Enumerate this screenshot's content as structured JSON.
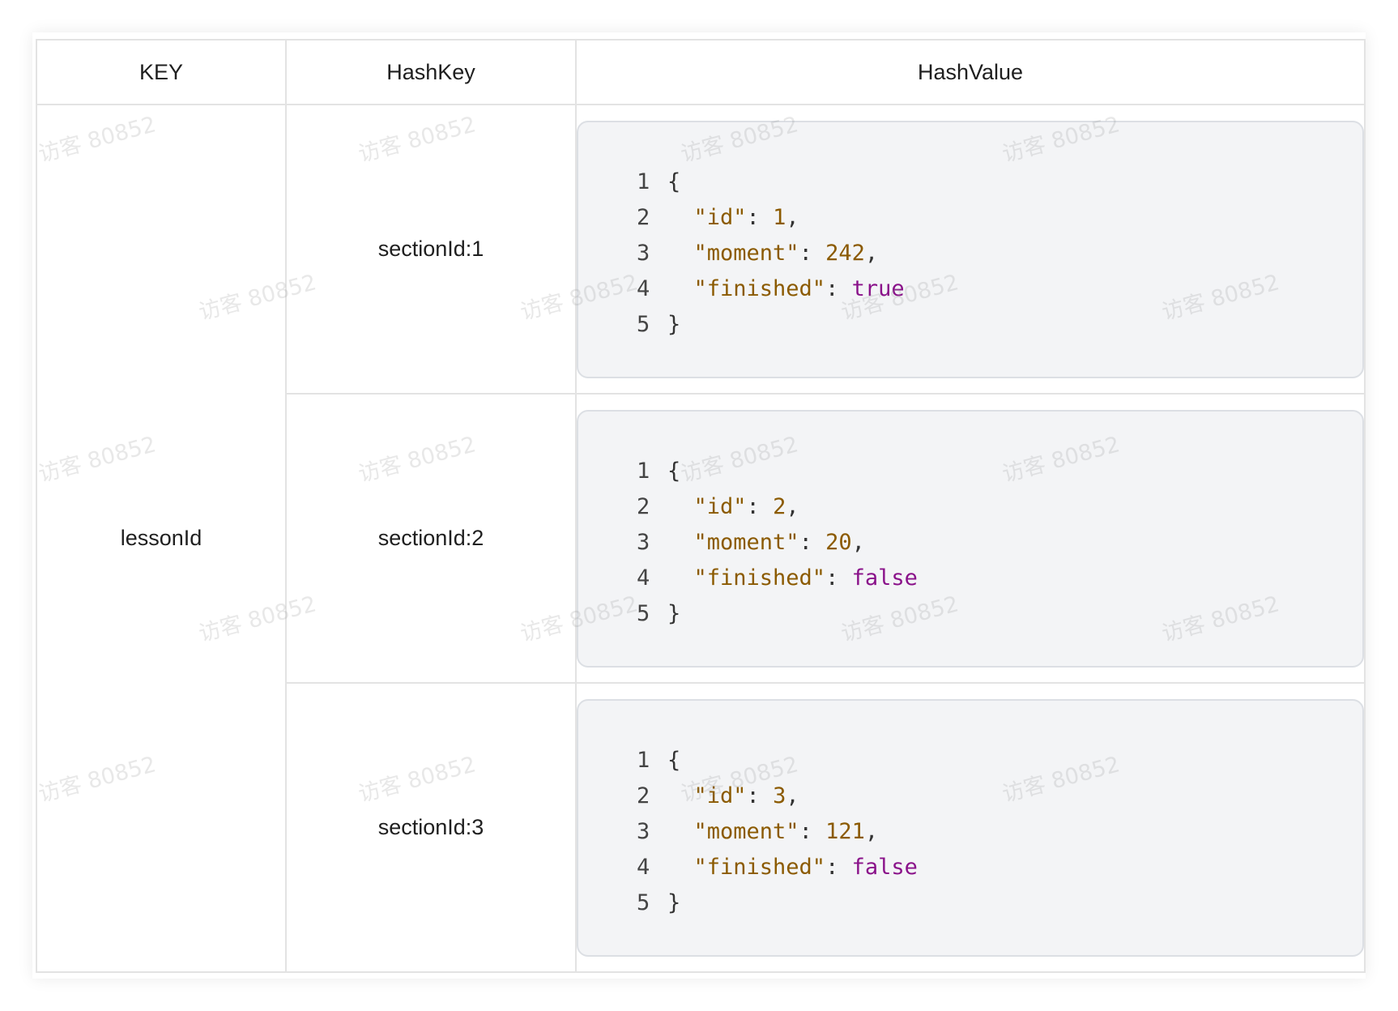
{
  "table": {
    "headers": [
      "KEY",
      "HashKey",
      "HashValue"
    ],
    "key": "lessonId",
    "rows": [
      {
        "hash_key": "sectionId:1",
        "lines": [
          {
            "num": "1",
            "parts": [
              {
                "t": "{",
                "c": "pun"
              }
            ]
          },
          {
            "num": "2",
            "parts": [
              {
                "t": "  \"id\"",
                "c": "str"
              },
              {
                "t": ": ",
                "c": "pun"
              },
              {
                "t": "1",
                "c": "num"
              },
              {
                "t": ",",
                "c": "pun"
              }
            ]
          },
          {
            "num": "3",
            "parts": [
              {
                "t": "  \"moment\"",
                "c": "str"
              },
              {
                "t": ": ",
                "c": "pun"
              },
              {
                "t": "242",
                "c": "num"
              },
              {
                "t": ",",
                "c": "pun"
              }
            ]
          },
          {
            "num": "4",
            "parts": [
              {
                "t": "  \"finished\"",
                "c": "str"
              },
              {
                "t": ": ",
                "c": "pun"
              },
              {
                "t": "true",
                "c": "kw"
              }
            ]
          },
          {
            "num": "5",
            "parts": [
              {
                "t": "}",
                "c": "pun"
              }
            ]
          }
        ]
      },
      {
        "hash_key": "sectionId:2",
        "lines": [
          {
            "num": "1",
            "parts": [
              {
                "t": "{",
                "c": "pun"
              }
            ]
          },
          {
            "num": "2",
            "parts": [
              {
                "t": "  \"id\"",
                "c": "str"
              },
              {
                "t": ": ",
                "c": "pun"
              },
              {
                "t": "2",
                "c": "num"
              },
              {
                "t": ",",
                "c": "pun"
              }
            ]
          },
          {
            "num": "3",
            "parts": [
              {
                "t": "  \"moment\"",
                "c": "str"
              },
              {
                "t": ": ",
                "c": "pun"
              },
              {
                "t": "20",
                "c": "num"
              },
              {
                "t": ",",
                "c": "pun"
              }
            ]
          },
          {
            "num": "4",
            "parts": [
              {
                "t": "  \"finished\"",
                "c": "str"
              },
              {
                "t": ": ",
                "c": "pun"
              },
              {
                "t": "false",
                "c": "kw"
              }
            ]
          },
          {
            "num": "5",
            "parts": [
              {
                "t": "}",
                "c": "pun"
              }
            ]
          }
        ]
      },
      {
        "hash_key": "sectionId:3",
        "lines": [
          {
            "num": "1",
            "parts": [
              {
                "t": "{",
                "c": "pun"
              }
            ]
          },
          {
            "num": "2",
            "parts": [
              {
                "t": "  \"id\"",
                "c": "str"
              },
              {
                "t": ": ",
                "c": "pun"
              },
              {
                "t": "3",
                "c": "num"
              },
              {
                "t": ",",
                "c": "pun"
              }
            ]
          },
          {
            "num": "3",
            "parts": [
              {
                "t": "  \"moment\"",
                "c": "str"
              },
              {
                "t": ": ",
                "c": "pun"
              },
              {
                "t": "121",
                "c": "num"
              },
              {
                "t": ",",
                "c": "pun"
              }
            ]
          },
          {
            "num": "4",
            "parts": [
              {
                "t": "  \"finished\"",
                "c": "str"
              },
              {
                "t": ": ",
                "c": "pun"
              },
              {
                "t": "false",
                "c": "kw"
              }
            ]
          },
          {
            "num": "5",
            "parts": [
              {
                "t": "}",
                "c": "pun"
              }
            ]
          }
        ]
      }
    ]
  },
  "watermark": {
    "text": "访客 80852"
  },
  "colors": {
    "string": "#8b5a00",
    "number": "#8b5a00",
    "keyword": "#8a128a",
    "border": "#e3e3e3",
    "code_bg": "#f3f4f6"
  }
}
